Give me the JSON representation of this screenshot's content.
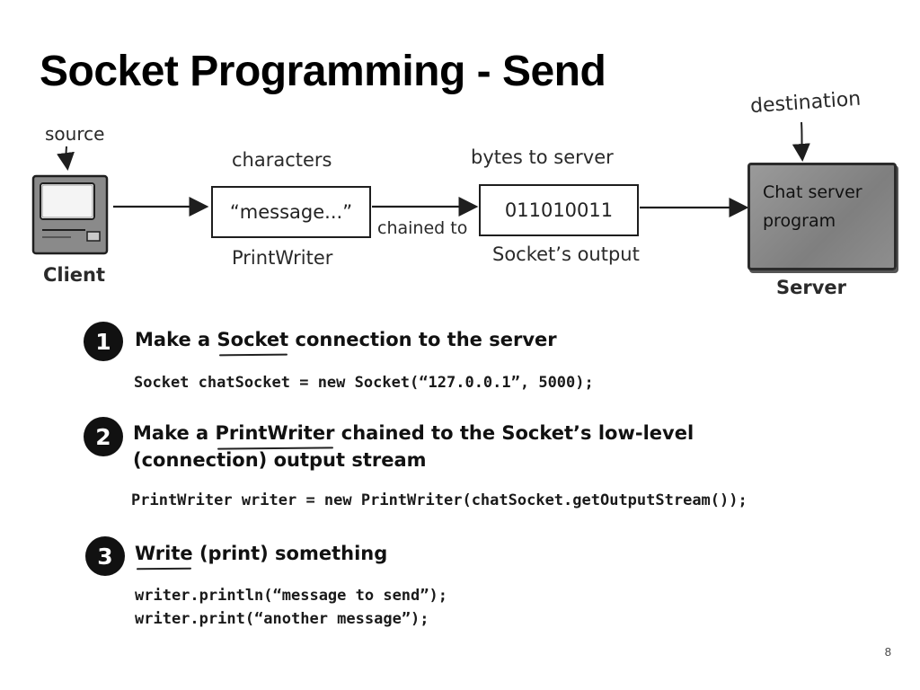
{
  "slide": {
    "title": "Socket Programming - Send",
    "page_number": "8"
  },
  "diagram": {
    "source_label": "source",
    "destination_label": "destination",
    "client_label": "Client",
    "characters_label": "characters",
    "printwriter_box_text": "“message...”",
    "printwriter_label": "PrintWriter",
    "chained_to_label": "chained to",
    "bytes_label": "bytes to server",
    "socket_box_text": "011010011",
    "socket_output_label": "Socket’s output",
    "server_box_line1": "Chat server",
    "server_box_line2": "program",
    "server_label": "Server"
  },
  "steps": [
    {
      "number": "1",
      "text_before": "Make a ",
      "text_underlined": "Socket",
      "text_after": " connection to the server",
      "code": "Socket chatSocket = new Socket(“127.0.0.1”, 5000);"
    },
    {
      "number": "2",
      "text_before": "Make a ",
      "text_underlined": "PrintWriter",
      "text_after": " chained to the Socket’s low-level",
      "text_line2": "(connection) output stream",
      "code": "PrintWriter writer = new PrintWriter(chatSocket.getOutputStream());"
    },
    {
      "number": "3",
      "text_underlined": "Write",
      "text_after": " (print) something",
      "code_line1": "writer.println(“message to send”);",
      "code_line2": "writer.print(“another message”);"
    }
  ]
}
